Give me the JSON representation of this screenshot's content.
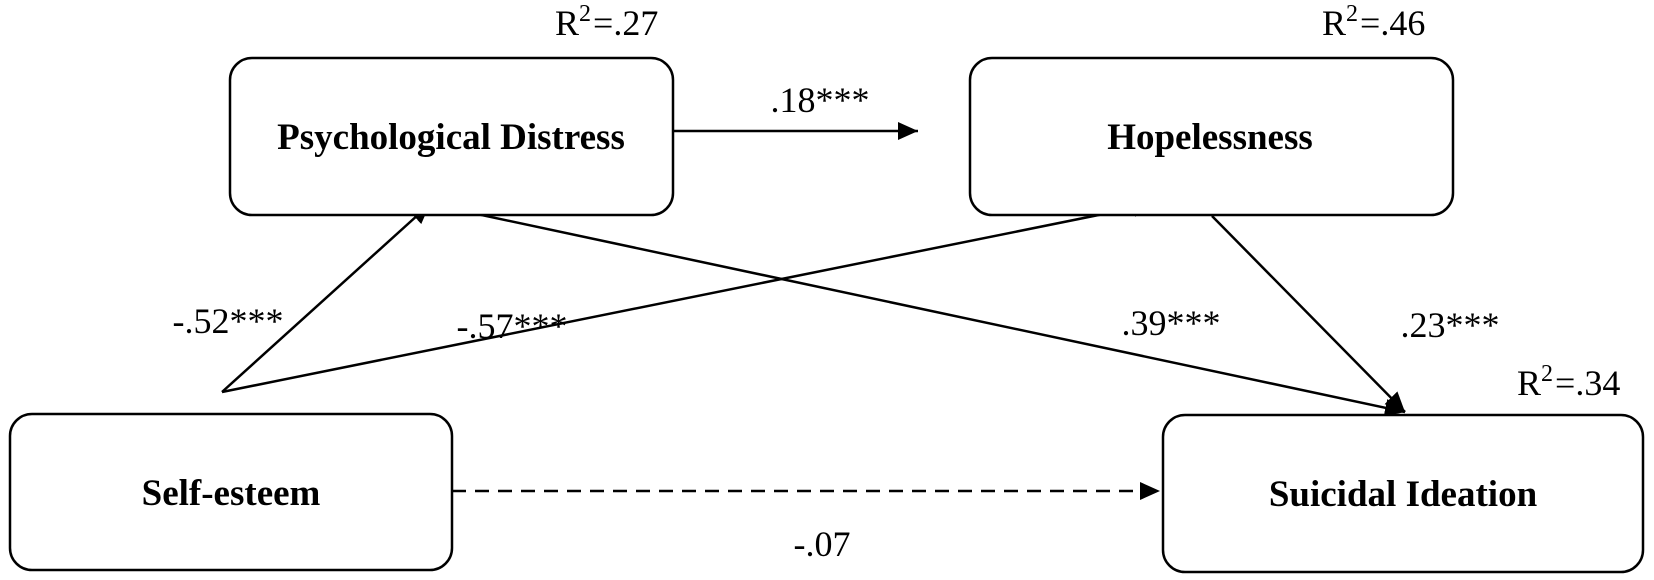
{
  "nodes": {
    "psych_distress": {
      "label": "Psychological Distress",
      "r2": {
        "prefix": "R",
        "sup": "2",
        "value": "=.27"
      }
    },
    "hopelessness": {
      "label": "Hopelessness",
      "r2": {
        "prefix": "R",
        "sup": "2",
        "value": "=.46"
      }
    },
    "self_esteem": {
      "label": "Self-esteem"
    },
    "suicidal_ideation": {
      "label": "Suicidal Ideation",
      "r2": {
        "prefix": "R",
        "sup": "2",
        "value": "=.34"
      }
    }
  },
  "paths": {
    "distress_to_hopelessness": {
      "coef": ".18***",
      "style": "solid"
    },
    "selfesteem_to_distress": {
      "coef": "-.52***",
      "style": "solid"
    },
    "selfesteem_to_hopelessness": {
      "coef": "-.57***",
      "style": "solid"
    },
    "distress_to_ideation": {
      "coef": ".39***",
      "style": "solid"
    },
    "hopelessness_to_ideation": {
      "coef": ".23***",
      "style": "solid"
    },
    "selfesteem_to_ideation": {
      "coef": "-.07",
      "style": "dashed"
    }
  }
}
